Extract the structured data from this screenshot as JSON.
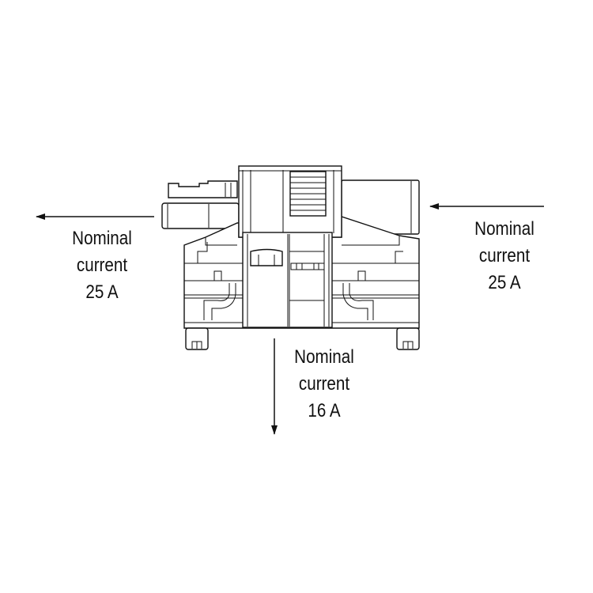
{
  "labels": {
    "left": {
      "line1": "Nominal",
      "line2": "current",
      "line3": "25 A"
    },
    "right": {
      "line1": "Nominal",
      "line2": "current",
      "line3": "25 A"
    },
    "bottom": {
      "line1": "Nominal",
      "line2": "current",
      "line3": "16 A"
    }
  },
  "colors": {
    "line": "#111111",
    "background": "#ffffff"
  }
}
